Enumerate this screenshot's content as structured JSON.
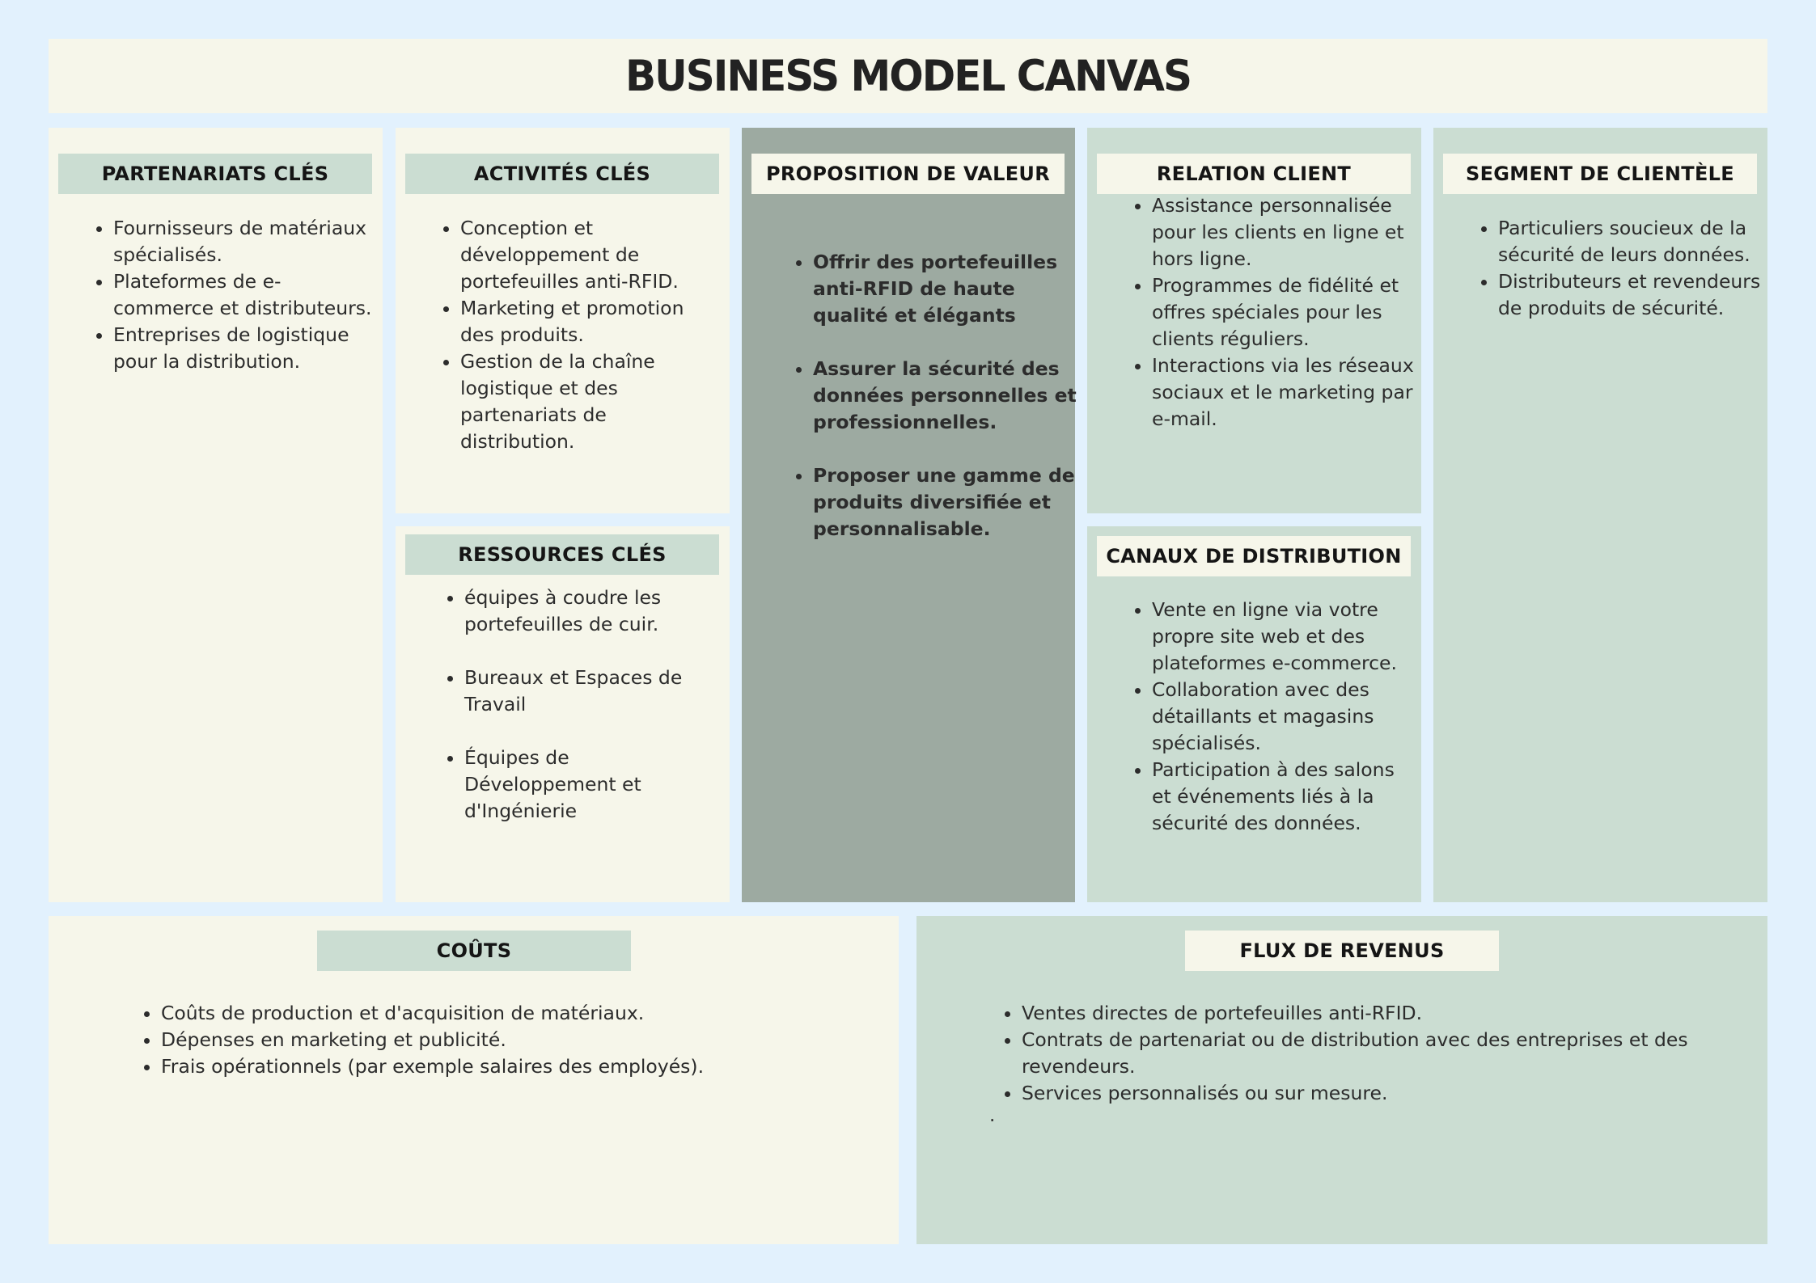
{
  "title": "BUSINESS MODEL CANVAS",
  "partners": {
    "heading": "PARTENARIATS CLÉS",
    "items": [
      "Fournisseurs de matériaux spécialisés.",
      "Plateformes de e-commerce et distributeurs.",
      "Entreprises de logistique pour la distribution."
    ]
  },
  "activities": {
    "heading": "ACTIVITÉS CLÉS",
    "items": [
      "Conception et développement de portefeuilles anti-RFID.",
      "Marketing et promotion des produits.",
      "Gestion de la chaîne logistique et des partenariats de distribution."
    ]
  },
  "resources": {
    "heading": "RESSOURCES CLÉS",
    "items": [
      "équipes à coudre les portefeuilles de cuir.",
      "Bureaux et Espaces de Travail",
      "Équipes de Développement et d'Ingénierie"
    ]
  },
  "value": {
    "heading": "PROPOSITION DE VALEUR",
    "items": [
      "Offrir des portefeuilles anti-RFID de haute qualité et élégants",
      "Assurer la sécurité des données personnelles et professionnelles.",
      "Proposer une gamme de produits diversifiée et personnalisable."
    ]
  },
  "relationship": {
    "heading": "RELATION CLIENT",
    "items": [
      "Assistance personnalisée pour les clients en ligne et hors ligne.",
      "Programmes de fidélité et offres spéciales pour les clients réguliers.",
      "Interactions via les réseaux sociaux et le marketing par e-mail."
    ]
  },
  "channels": {
    "heading": "CANAUX DE DISTRIBUTION",
    "items": [
      "Vente en ligne via votre propre site web et des plateformes e-commerce.",
      "Collaboration avec des détaillants et magasins spécialisés.",
      "Participation à des salons et événements liés à la sécurité des données."
    ]
  },
  "segments": {
    "heading": "SEGMENT DE CLIENTÈLE",
    "items": [
      "Particuliers soucieux de la sécurité de leurs données.",
      "Distributeurs et revendeurs de produits de sécurité."
    ]
  },
  "costs": {
    "heading": "COÛTS",
    "items": [
      "Coûts de production et d'acquisition de matériaux.",
      "Dépenses en marketing et publicité.",
      "Frais opérationnels (par exemple salaires des employés)."
    ]
  },
  "revenue": {
    "heading": "FLUX DE REVENUS",
    "items": [
      "Ventes directes de portefeuilles anti-RFID.",
      "Contrats de partenariat ou de distribution avec des entreprises et des revendeurs.",
      "Services personnalisés ou sur mesure."
    ],
    "trailing": "."
  }
}
